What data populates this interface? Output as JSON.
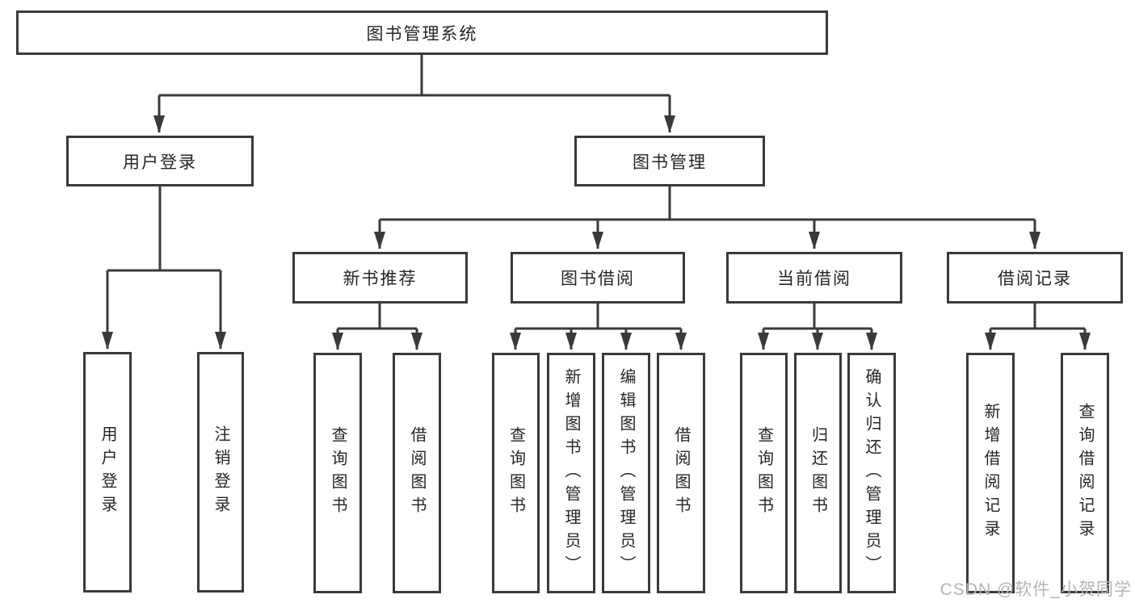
{
  "diagram": {
    "root_label": "图书管理系统",
    "level2": [
      {
        "label": "用户登录",
        "children": [
          "用户登录",
          "注销登录"
        ]
      },
      {
        "label": "图书管理"
      }
    ],
    "sections": [
      {
        "label": "新书推荐",
        "children": [
          "查询图书",
          "借阅图书"
        ]
      },
      {
        "label": "图书借阅",
        "children": [
          "查询图书",
          "新增图书（管理员）",
          "编辑图书（管理员）",
          "借阅图书"
        ]
      },
      {
        "label": "当前借阅",
        "children": [
          "查询图书",
          "归还图书",
          "确认归还（管理员）"
        ]
      },
      {
        "label": "借阅记录",
        "children": [
          "新增借阅记录",
          "查询借阅记录"
        ]
      }
    ],
    "watermark": "CSDN @软件_小贺同学",
    "colors": {
      "line": "#3a3a3a",
      "box_border": "#3a3a3a",
      "box_fill": "#ffffff",
      "text": "#262626",
      "watermark": "#b4b4b4",
      "background": "#ffffff"
    }
  }
}
